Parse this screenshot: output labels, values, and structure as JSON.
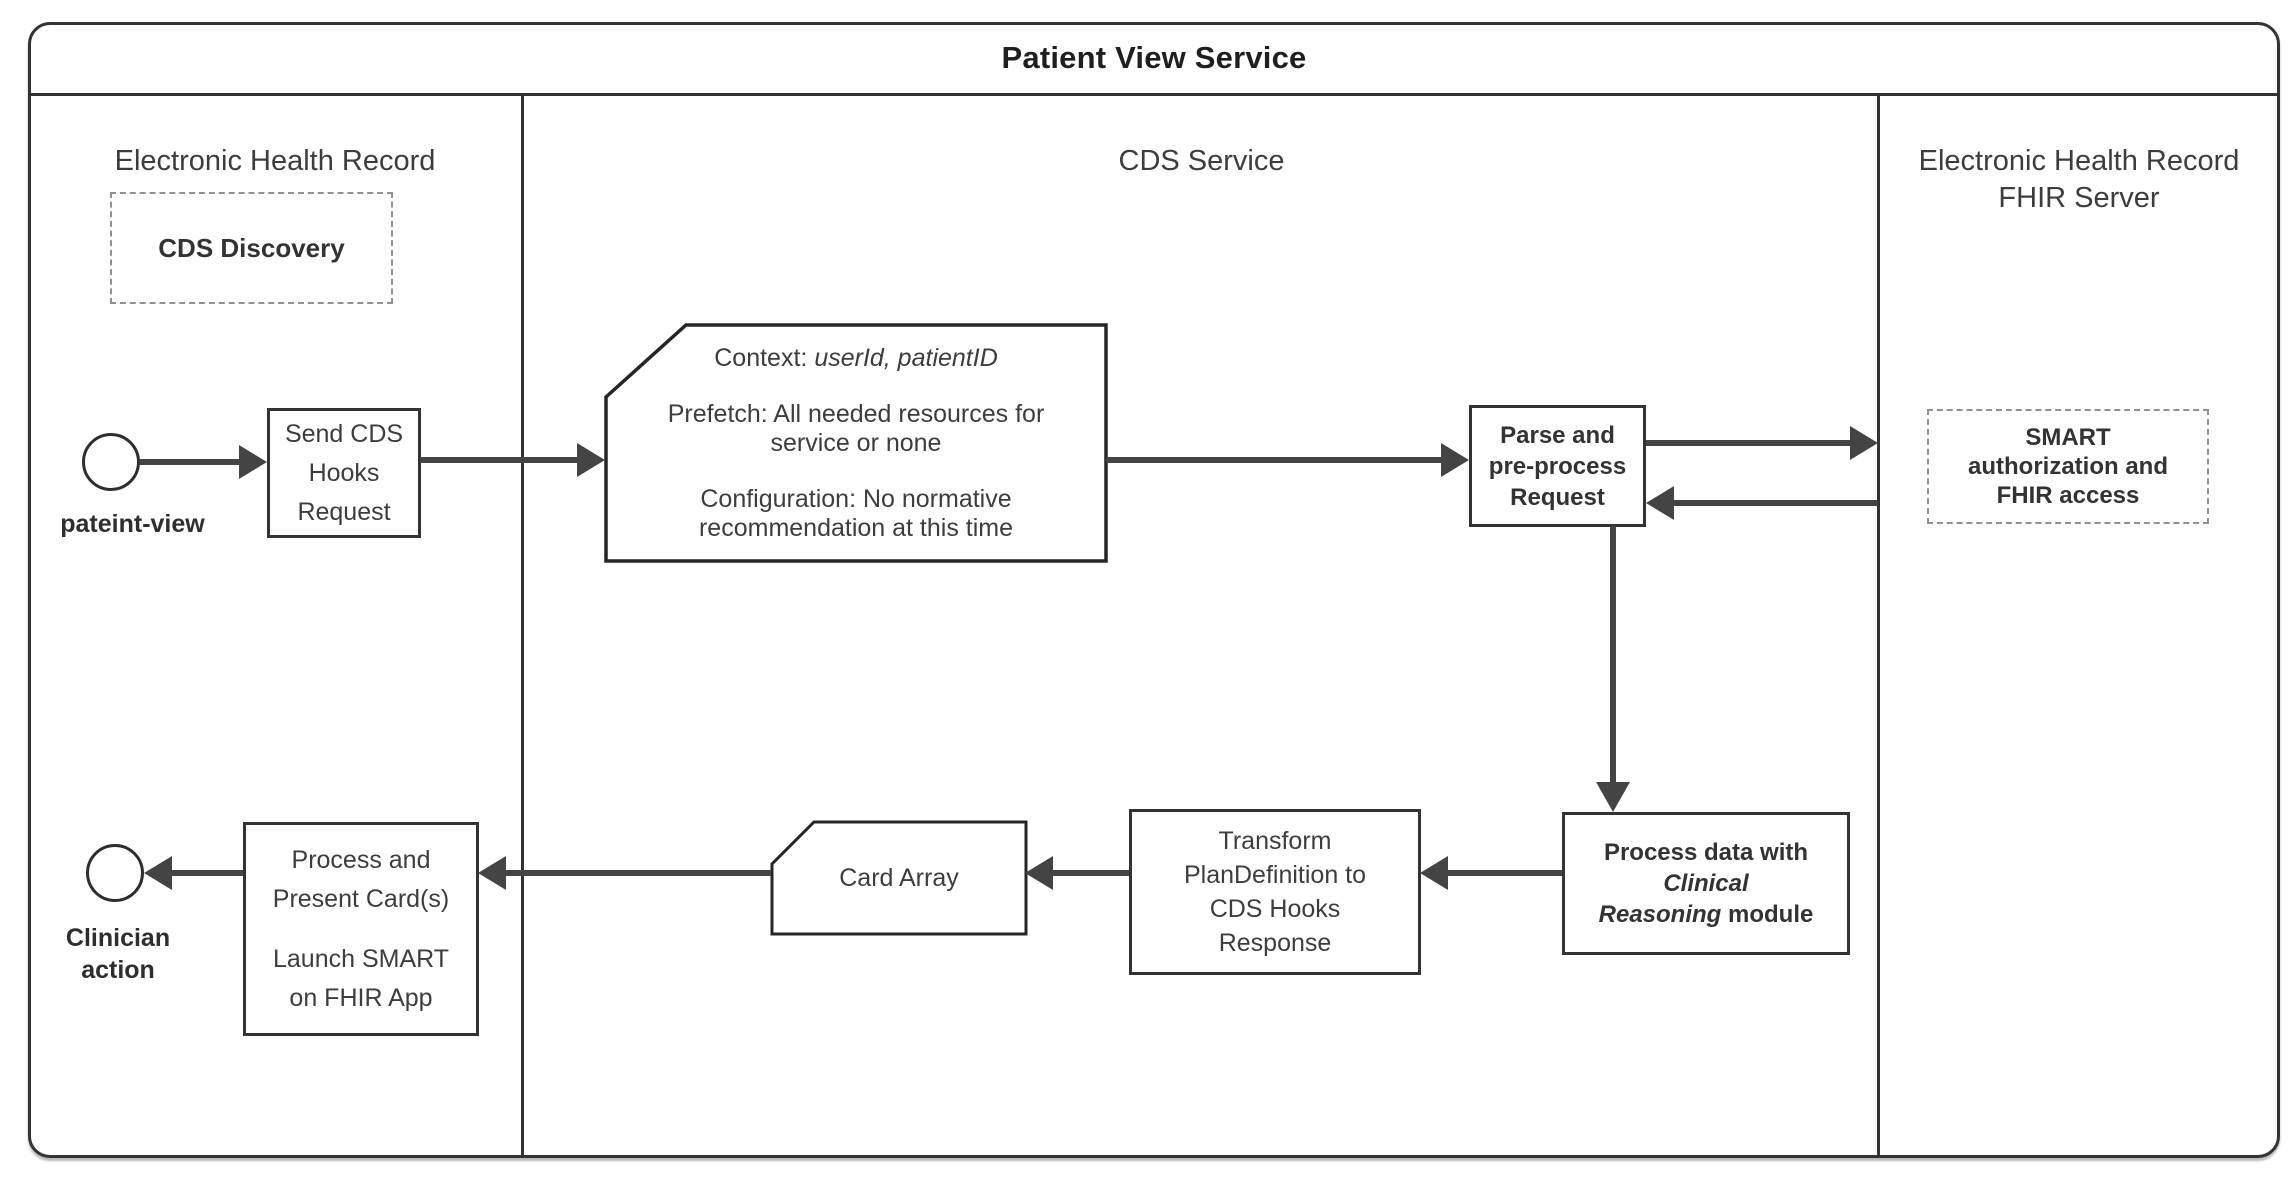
{
  "diagram": {
    "title": "Patient View Service",
    "lanes": {
      "ehr": "Electronic Health Record",
      "cds": "CDS Service",
      "fhir_line1": "Electronic Health Record",
      "fhir_line2": "FHIR Server"
    },
    "colors": {
      "border": "#333333",
      "arrow": "#444444",
      "text": "#3d3d3d",
      "dashed_border": "#919191",
      "background": "#ffffff"
    }
  },
  "nodes": {
    "cds_discovery": {
      "label": "CDS Discovery"
    },
    "start_event": {
      "label": "pateint-view"
    },
    "send_request": {
      "lines": [
        "Send CDS",
        "Hooks",
        "Request"
      ]
    },
    "note": {
      "context_label": "Context: ",
      "context_value": "userId, patientID",
      "prefetch_line1": "Prefetch: All needed resources for",
      "prefetch_line2": "service or none",
      "config_line1": "Configuration: No normative",
      "config_line2": "recommendation at this time"
    },
    "parse": {
      "lines": [
        "Parse and",
        "pre-process",
        "Request"
      ]
    },
    "smart": {
      "lines": [
        "SMART",
        "authorization and",
        "FHIR access"
      ]
    },
    "process_data": {
      "line1": "Process data with",
      "line2_italic": "Clinical",
      "line3_italic": "Reasoning",
      "line3_rest": " module"
    },
    "transform": {
      "lines": [
        "Transform",
        "PlanDefinition to",
        "CDS Hooks",
        "Response"
      ]
    },
    "card_array": {
      "label": "Card Array"
    },
    "present": {
      "line1": "Process and",
      "line2": "Present Card(s)",
      "line3": "Launch SMART",
      "line4": "on FHIR App"
    },
    "end_event": {
      "label_line1": "Clinician",
      "label_line2": "action"
    }
  }
}
